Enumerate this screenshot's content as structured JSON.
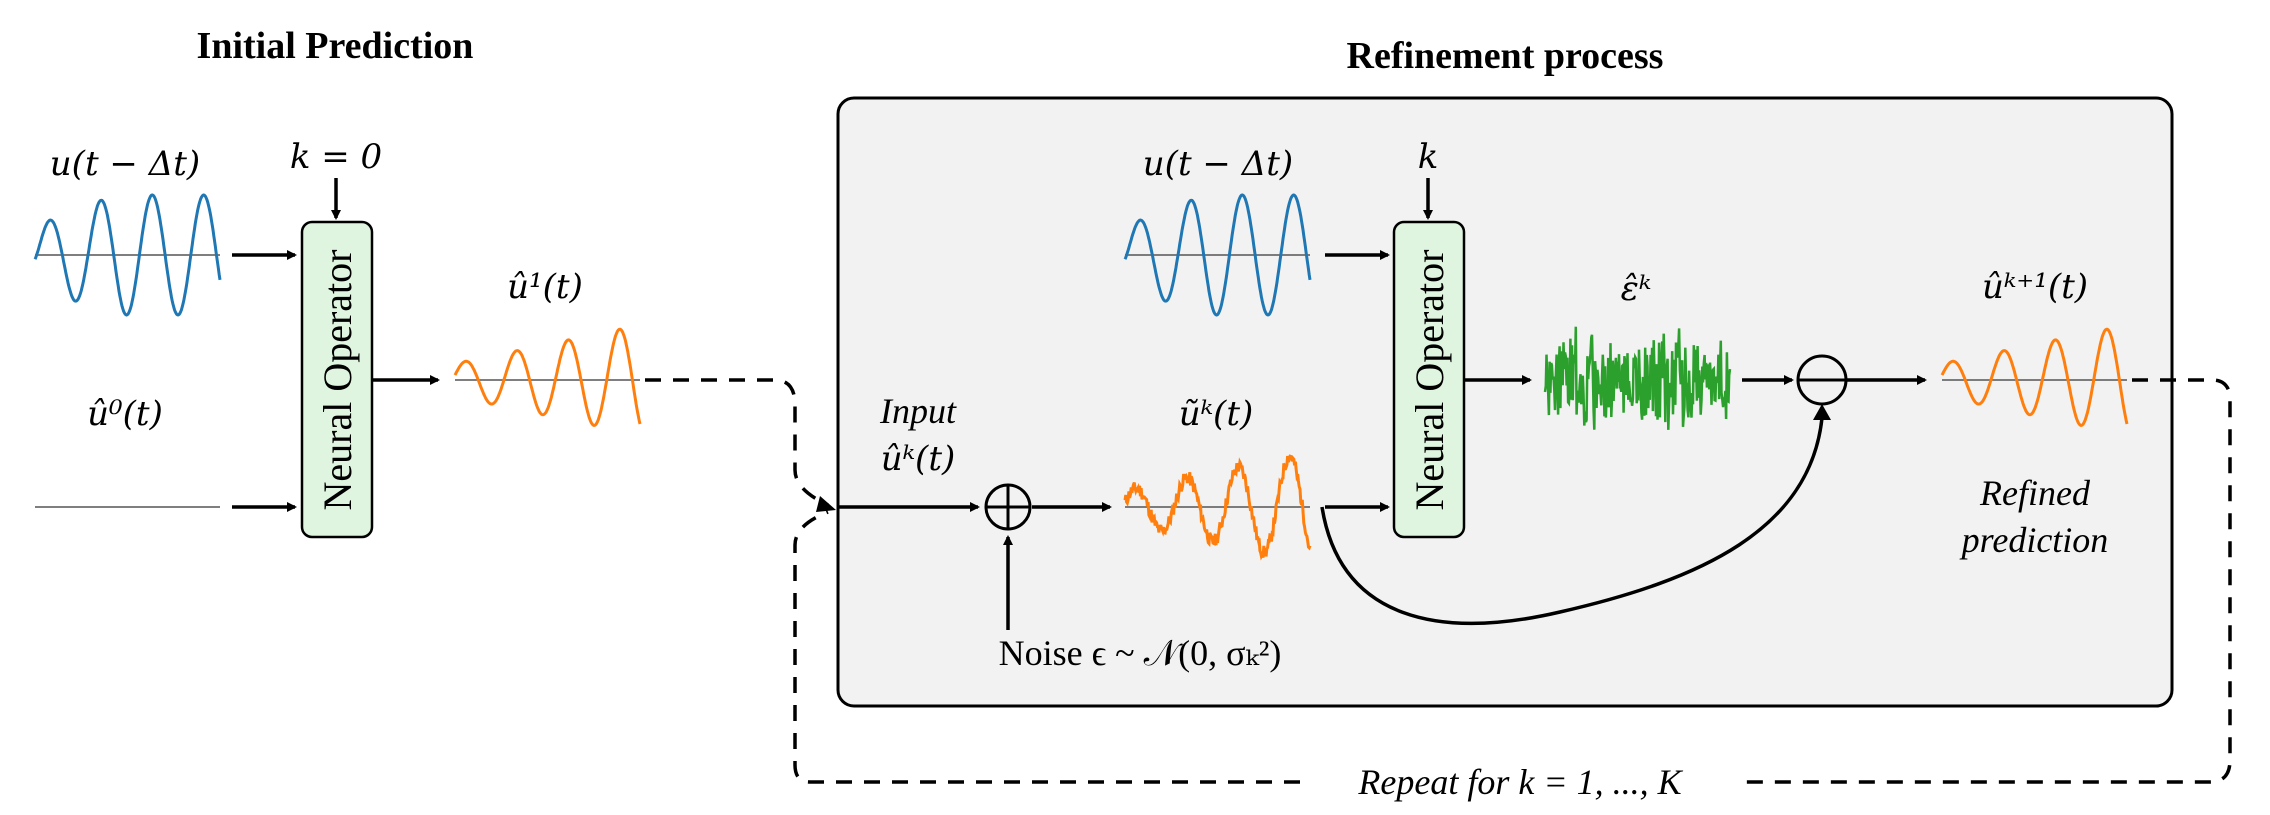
{
  "titles": {
    "initial": "Initial Prediction",
    "refinement": "Refinement process"
  },
  "left": {
    "input_label": "u(t − Δt)",
    "k_label": "k = 0",
    "u0_label": "û⁰(t)",
    "operator_label": "Neural Operator",
    "output_label": "û¹(t)"
  },
  "right": {
    "input_label": "u(t − Δt)",
    "k_label": "k",
    "operator_label": "Neural Operator",
    "input_caption": "Input",
    "input_var": "ûᵏ(t)",
    "noisy_label": "ũᵏ(t)",
    "eps_label": "ε̂ᵏ",
    "output_label": "ûᵏ⁺¹(t)",
    "refined_line1": "Refined",
    "refined_line2": "prediction",
    "noise_label": "Noise ϵ ~ 𝒩(0, σₖ²)"
  },
  "loop_label": "Repeat for k = 1, ..., K",
  "colors": {
    "input_wave": "#1f77b4",
    "prediction_wave": "#ff7f0e",
    "noise_wave": "#2ca02c",
    "operator_fill": "#dff5df",
    "panel_fill": "#f2f2f2"
  }
}
